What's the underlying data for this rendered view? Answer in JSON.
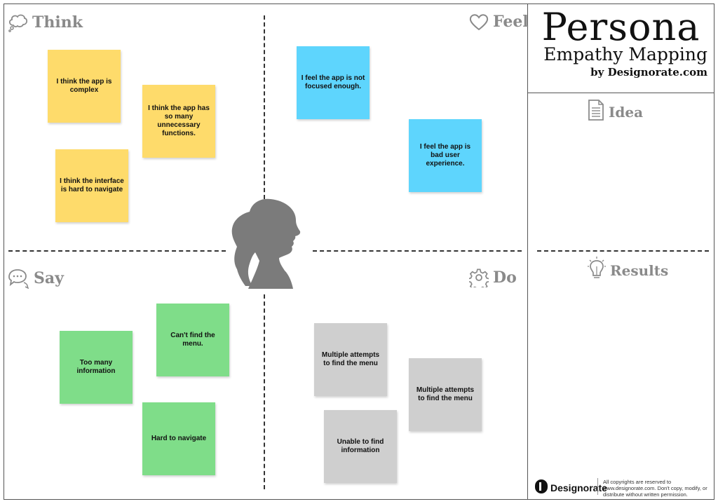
{
  "title": {
    "main": "Persona",
    "sub": "Empathy Mapping",
    "by": "by Designorate.com"
  },
  "quadrants": {
    "think": {
      "label": "Think",
      "icon": "thought-bubble-icon"
    },
    "feel": {
      "label": "Feel",
      "icon": "heart-icon"
    },
    "say": {
      "label": "Say",
      "icon": "speech-bubbles-icon"
    },
    "do": {
      "label": "Do",
      "icon": "gear-icon"
    }
  },
  "side": {
    "idea": {
      "label": "Idea",
      "icon": "document-icon"
    },
    "results": {
      "label": "Results",
      "icon": "lightbulb-icon"
    }
  },
  "notes": {
    "think": [
      "I think the app is complex",
      "I think the app has so many unnecessary functions.",
      "I think the interface is hard to navigate"
    ],
    "feel": [
      "I feel the app is not focused enough.",
      "I feel the app is bad user experience."
    ],
    "say": [
      "Can't find the menu.",
      "Too many information",
      "Hard to navigate"
    ],
    "do": [
      "Multiple attempts to find the menu",
      "Multiple attempts to find the menu",
      "Unable to find information"
    ]
  },
  "colors": {
    "think": "#fedb6b",
    "feel": "#5ed5fd",
    "say": "#7fdd89",
    "do": "#cfcfcf",
    "label": "#8a8a8a",
    "silhouette": "#7b7b7b"
  },
  "footer": {
    "logo_text": "Designorate",
    "copyright": "All copyrights are reserved to www.designorate.com. Don't copy, modify, or distribute without written permission."
  }
}
